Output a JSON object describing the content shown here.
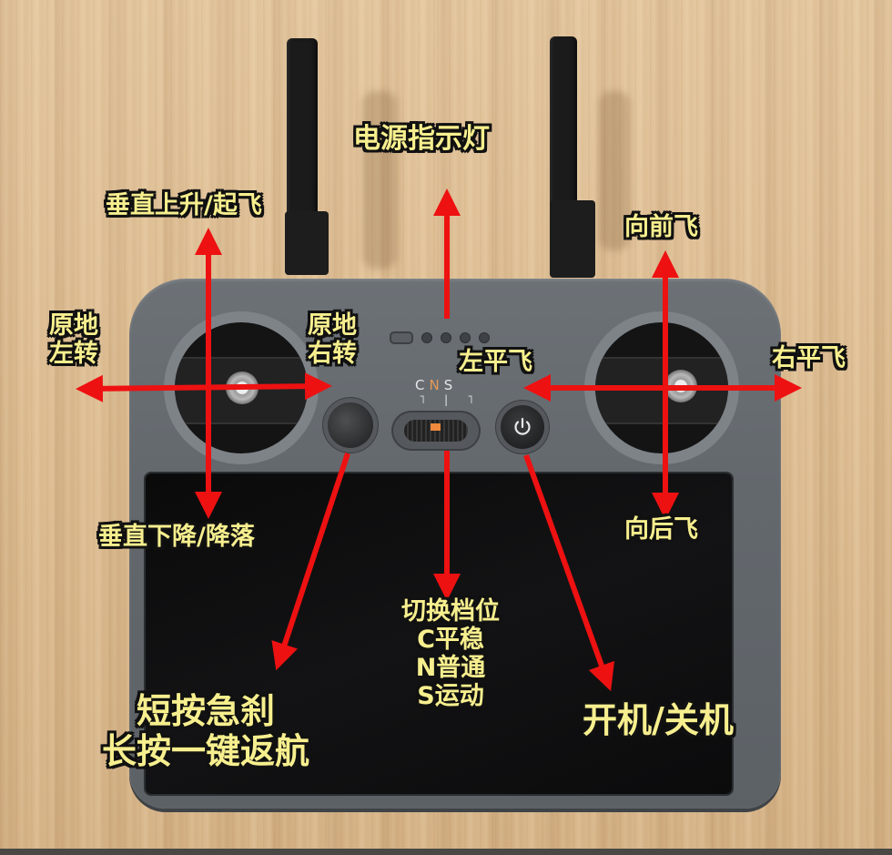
{
  "scene": {
    "subject": "drone remote controller with screen",
    "background": "light wood table",
    "colors": {
      "label_text": "#f7ef8e",
      "label_outline": "#111111",
      "arrow": "#ee1111",
      "controller_body": "#63686d",
      "screen": "#0e0e0f",
      "mode_indicator": "#f08a3c"
    }
  },
  "labels": {
    "power_indicator": "电源指示灯",
    "left_stick_up": "垂直上升/起飞",
    "left_stick_down": "垂直下降/降落",
    "left_stick_left_line1": "原地",
    "left_stick_left_line2": "左转",
    "left_stick_right_line1": "原地",
    "left_stick_right_line2": "右转",
    "right_stick_up": "向前飞",
    "right_stick_down": "向后飞",
    "right_stick_left": "左平飞",
    "right_stick_right": "右平飞",
    "mode_switch": {
      "title": "切换档位",
      "modes": [
        "C平稳",
        "N普通",
        "S运动"
      ]
    },
    "rth_button_line1": "短按急刹",
    "rth_button_line2": "长按一键返航",
    "power_button": "开机/关机"
  },
  "controller": {
    "mode_letters": {
      "c": "C",
      "n": "N",
      "s": "S"
    },
    "mode_ticks": "˥ | ˥",
    "selected_mode": "N",
    "battery_led_count": 4,
    "icons": {
      "power": "power-icon",
      "rth": "return-to-home-icon"
    }
  }
}
